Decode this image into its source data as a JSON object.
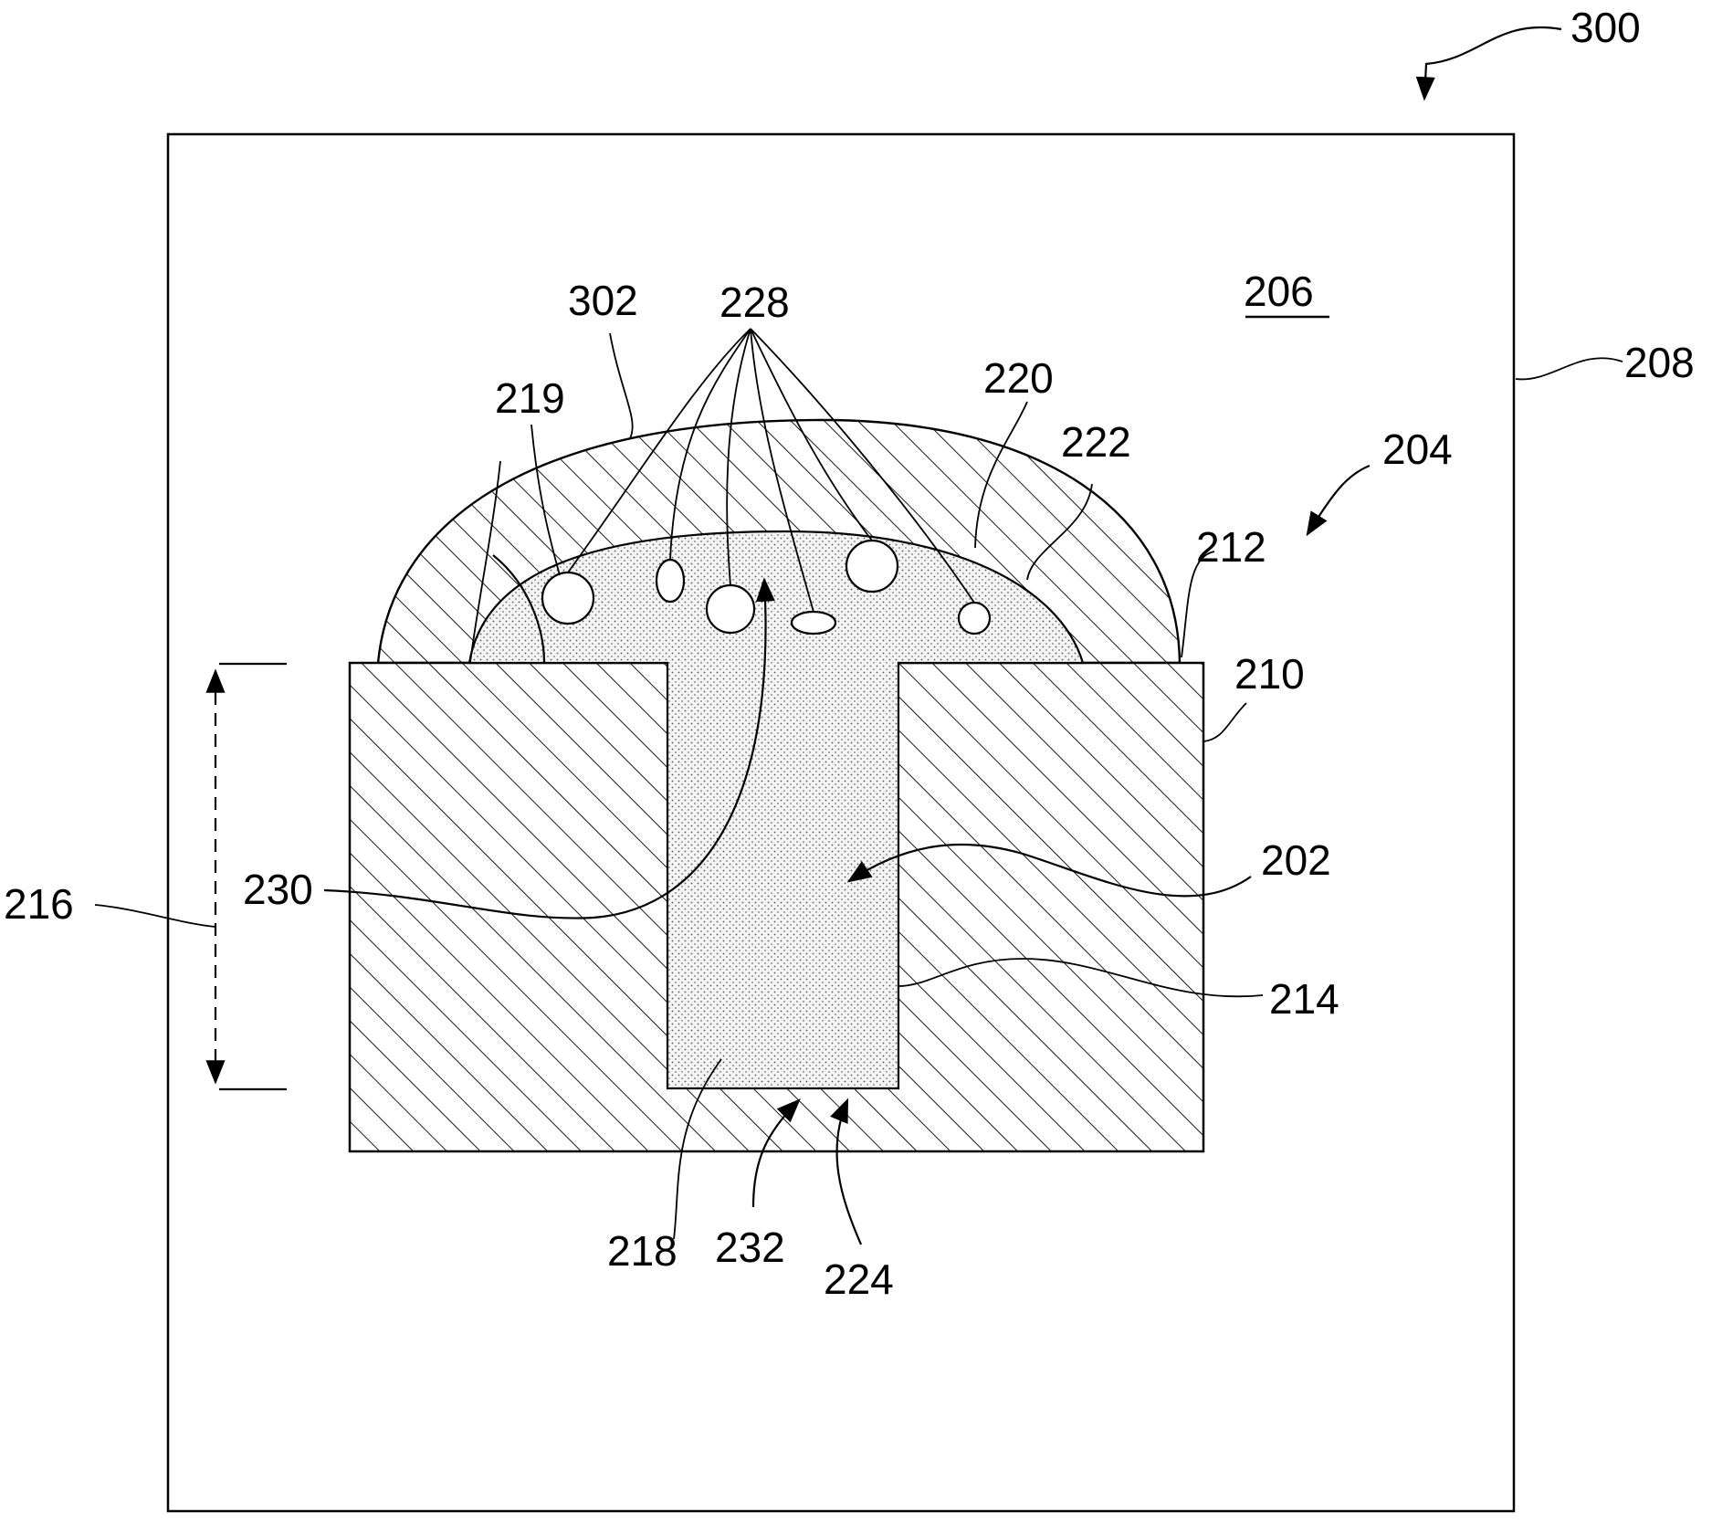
{
  "figure": {
    "labels": {
      "l300": "300",
      "l208": "208",
      "l206": "206",
      "l204": "204",
      "l302": "302",
      "l228": "228",
      "l219": "219",
      "l220": "220",
      "l222": "222",
      "l212": "212",
      "l210": "210",
      "l202": "202",
      "l214": "214",
      "l216": "216",
      "l230": "230",
      "l218": "218",
      "l232": "232",
      "l224": "224"
    },
    "colors": {
      "ink": "#000000",
      "background": "#ffffff"
    }
  }
}
